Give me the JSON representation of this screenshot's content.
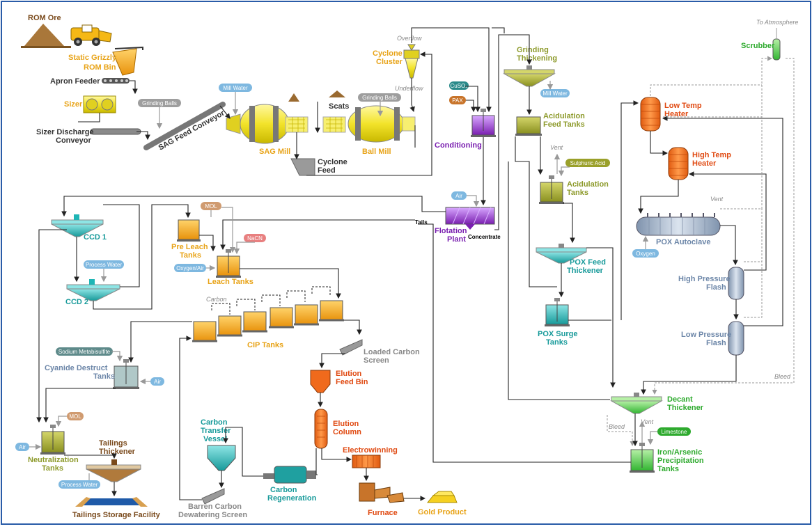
{
  "labels": {
    "rom_ore": "ROM Ore",
    "static_grizzly": "Static Grizzly",
    "rom_bin": "ROM Bin",
    "apron_feeder": "Apron Feeder",
    "sizer": "Sizer",
    "sizer_discharge_1": "Sizer Discharge",
    "sizer_discharge_2": "Conveyor",
    "grinding_balls_1": "Grinding Balls",
    "sag_feed_conveyor": "SAG Feed Conveyor",
    "mill_water_1": "Mill Water",
    "sag_mill": "SAG Mill",
    "cyclone_feed_1": "Cyclone",
    "cyclone_feed_2": "Feed",
    "scats": "Scats",
    "grinding_balls_2": "Grinding Balls",
    "ball_mill": "Ball Mill",
    "overflow": "Overflow",
    "cyclone_cluster_1": "Cyclone",
    "cyclone_cluster_2": "Cluster",
    "underflow": "Underflow",
    "cuso4": "CuSO₄",
    "pax": "PAX",
    "conditioning": "Conditioning",
    "grinding_thickening_1": "Grinding",
    "grinding_thickening_2": "Thickening",
    "mill_water_2": "Mill Water",
    "acidulation_feed_1": "Acidulation",
    "acidulation_feed_2": "Feed Tanks",
    "vent_1": "Vent",
    "sulphuric_acid": "Sulphuric Acid",
    "acidulation_tanks_1": "Acidulation",
    "acidulation_tanks_2": "Tanks",
    "air_1": "Air",
    "flotation_1": "Flotation",
    "flotation_2": "Plant",
    "tails": "Tails",
    "concentrate": "Concentrate",
    "pox_feed_1": "POX Feed",
    "pox_feed_2": "Thickener",
    "pox_surge_1": "POX Surge",
    "pox_surge_2": "Tanks",
    "to_atmosphere": "To Atmosphere",
    "scrubber": "Scrubber",
    "low_temp_1": "Low Temp",
    "low_temp_2": "Heater",
    "high_temp_1": "High Temp",
    "high_temp_2": "Heater",
    "vent_2": "Vent",
    "pox_autoclave": "POX Autoclave",
    "oxygen": "Oxygen",
    "hp_flash_1": "High Pressure",
    "hp_flash_2": "Flash",
    "lp_flash_1": "Low Pressure",
    "lp_flash_2": "Flash",
    "bleed_1": "Bleed",
    "decant_1": "Decant",
    "decant_2": "Thickener",
    "bleed_2": "Bleed",
    "vent_3": "Vent",
    "limestone": "Limestone",
    "iron_1": "Iron/Arsenic",
    "iron_2": "Precipitation",
    "iron_3": "Tanks",
    "ccd1": "CCD 1",
    "process_water_1": "Process Water",
    "ccd2": "CCD 2",
    "mol_1": "MOL",
    "pre_leach_1": "Pre Leach",
    "pre_leach_2": "Tanks",
    "nacn": "NaCN",
    "oxygen_air": "Oxygen/Air",
    "leach_tanks": "Leach Tanks",
    "carbon": "Carbon",
    "cip_tanks": "CIP Tanks",
    "loaded_carbon_1": "Loaded Carbon",
    "loaded_carbon_2": "Screen",
    "sodium_meta": "Sodium Metabisulfite",
    "cyanide_1": "Cyanide Destruct",
    "cyanide_2": "Tanks",
    "air_2": "Air",
    "elution_feed_1": "Elution",
    "elution_feed_2": "Feed Bin",
    "elution_col_1": "Elution",
    "elution_col_2": "Column",
    "electrowinning": "Electrowinning",
    "carbon_transfer_1": "Carbon",
    "carbon_transfer_2": "Transfer",
    "carbon_transfer_3": "Vessel",
    "carbon_regen_1": "Carbon",
    "carbon_regen_2": "Regeneration",
    "barren_1": "Barren Carbon",
    "barren_2": "Dewatering Screen",
    "furnace": "Furnace",
    "gold_product": "Gold Product",
    "mol_2": "MOL",
    "air_3": "Air",
    "neutral_1": "Neutralization",
    "neutral_2": "Tanks",
    "tailings_thick_1": "Tailings",
    "tailings_thick_2": "Thickener",
    "process_water_2": "Process Water",
    "tsf": "Tailings Storage Facility"
  },
  "colors": {
    "border": "#2a5ca8",
    "yellow": "#f2e32a",
    "orange": "#f2a71a",
    "olive": "#9aa02a",
    "teal": "#1fb5b5",
    "purple": "#8a2be2",
    "red_orange": "#f06a1c",
    "steel": "#a9b8cc",
    "green": "#4cc84c",
    "brown": "#b07a3c"
  }
}
